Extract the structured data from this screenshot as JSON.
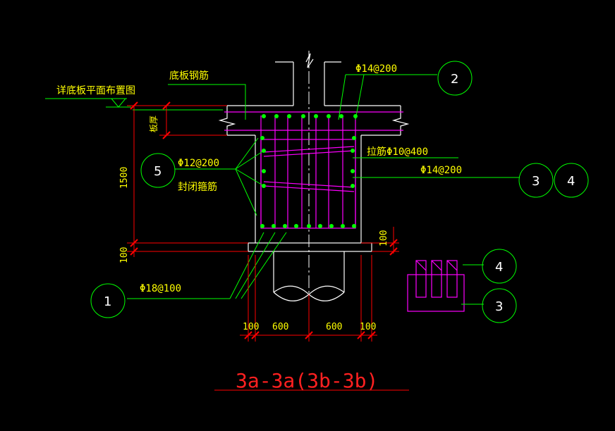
{
  "labels": {
    "plan_ref": "详底板平面布置图",
    "bottom_slab_rebar": "底板钢筋",
    "slab_thickness": "板厚",
    "rebar_top": "Φ14@200",
    "rebar_stirrup": "Φ12@200",
    "closed_stirrup": "封闭箍筋",
    "tie_bar": "拉筋Φ10@400",
    "rebar_side": "Φ14@200",
    "rebar_bottom": "Φ18@100",
    "title": "3a-3a(3b-3b)"
  },
  "callouts": {
    "c1": "1",
    "c2": "2",
    "c3a": "3",
    "c4a": "4",
    "c5": "5",
    "c4b": "4",
    "c3b": "3"
  },
  "dims": {
    "height_total": "1500",
    "pad_thickness_left": "100",
    "pad_thickness_right": "100",
    "w_left_offset": "100",
    "w_left_half": "600",
    "w_right_half": "600",
    "w_right_offset": "100"
  },
  "colors": {
    "background": "#000000",
    "outline": "#ffffff",
    "leader": "#00ff00",
    "rebar": "#ff00ff",
    "dot": "#00ff00",
    "dimension": "#ff0000",
    "text": "#ffff00",
    "title": "#ff2020"
  }
}
